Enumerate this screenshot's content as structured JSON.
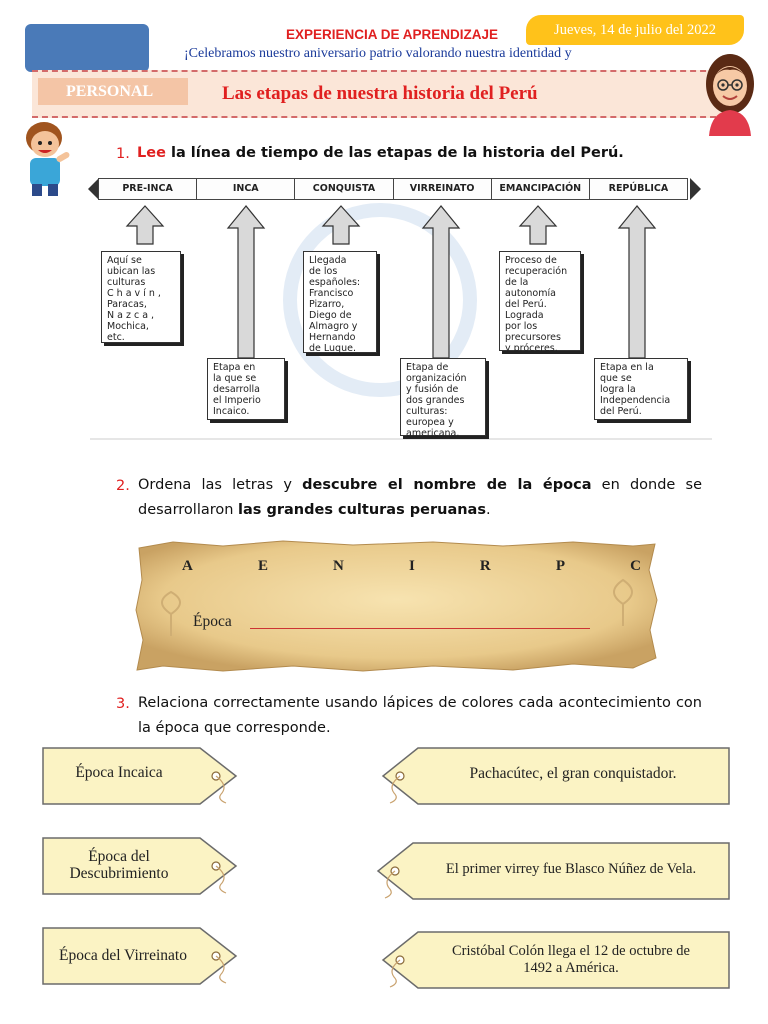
{
  "header": {
    "title": "EXPERIENCIA DE APRENDIZAJE",
    "date": "Jueves, 14 de julio del 2022",
    "subtitle": "¡Celebramos nuestro aniversario patrio valorando nuestra identidad y",
    "area": "PERSONAL",
    "topic": "Las etapas de nuestra historia del Perú"
  },
  "section1": {
    "number": "1.",
    "lead": "Lee",
    "text": "la línea de tiempo de las etapas de la historia del Perú.",
    "stages": [
      "PRE-INCA",
      "INCA",
      "CONQUISTA",
      "VIRREINATO",
      "EMANCIPACIÓN",
      "REPÚBLICA"
    ],
    "boxes": {
      "preinca": "Aquí    se\nubican las\nculturas\nC h a v í n ,\nParacas,\nN a z c a ,\nMochica,\netc.",
      "inca": "Etapa en\nla que se\ndesarrolla\nel Imperio\nIncaico.",
      "conquista": "Llegada\nde los\nespañoles:\nFrancisco\nPizarro,\nDiego de\nAlmagro y\nHernando\nde Luque.",
      "virreinato": "Etapa de\norganización\ny fusión de\ndos grandes\nculturas:\neuropea y\namericana.",
      "emancipacion": "Proceso de\nrecuperación\nde la\nautonomía\ndel Perú.\nLograda\npor los\nprecursores\ny próceres.",
      "republica": "Etapa en la\nque se\nlogra la\nIndependencia\ndel Perú."
    }
  },
  "section2": {
    "number": "2.",
    "text_a": "Ordena las letras y",
    "bold_a": "descubre el nombre de la época",
    "text_b": "en donde se desarrollaron",
    "bold_b": "las grandes culturas peruanas",
    "text_c": ".",
    "letters": [
      "A",
      "E",
      "N",
      "I",
      "R",
      "P",
      "C"
    ],
    "epoca_label": "Época"
  },
  "section3": {
    "number": "3.",
    "text": "Relaciona correctamente usando lápices de colores cada acontecimiento con la época que corresponde.",
    "left_tags": [
      "Época Incaica",
      "Época del\nDescubrimiento",
      "Época  del Virreinato"
    ],
    "right_tags": [
      "Pachacútec, el gran  conquistador.",
      "El primer virrey fue Blasco Núñez de Vela.",
      "Cristóbal Colón llega el 12 de octubre de\n1492 a América."
    ]
  },
  "colors": {
    "accent_red": "#e02020",
    "subtitle_blue": "#1a3a9a",
    "badge_yellow": "#ffc21a",
    "tag_fill": "#fbf3c4"
  }
}
